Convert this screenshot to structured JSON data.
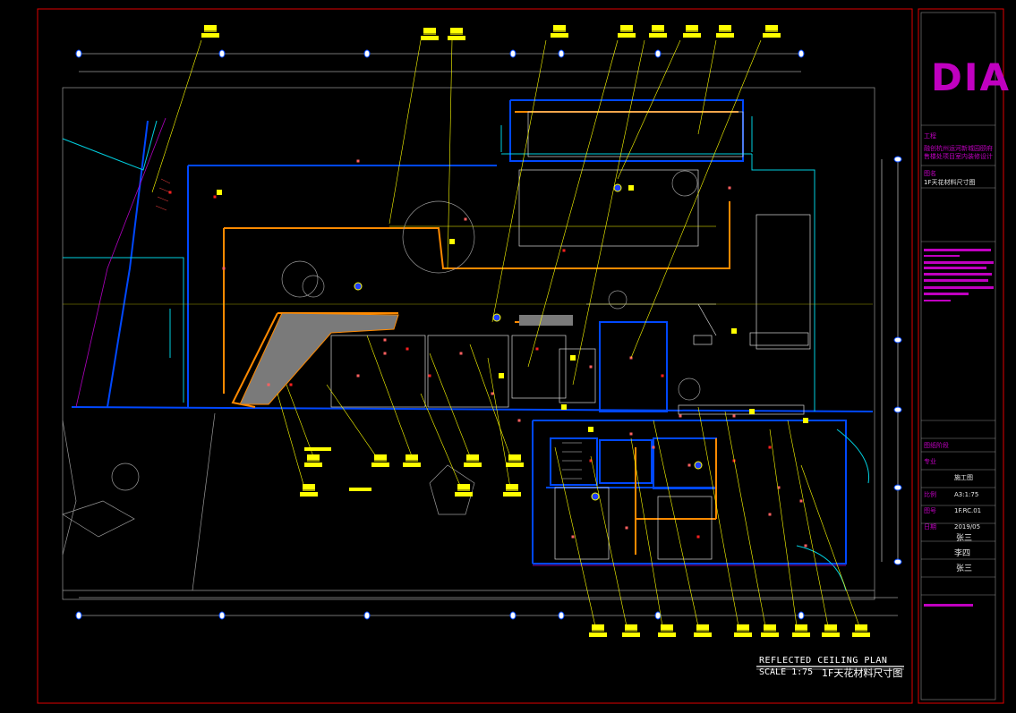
{
  "title_block": {
    "logo_text": "DIA",
    "project_label": "工程",
    "project_line1": "融创杭州运河新城园颐府",
    "project_line2": "售楼处项目室内装修设计",
    "drawing_label": "图名",
    "drawing_name": "1F天花材料尺寸图",
    "rows": [
      {
        "label": "图纸阶段",
        "value": ""
      },
      {
        "label": "专业",
        "value": "施工图"
      },
      {
        "label": "比例",
        "value": "A3:1:75"
      },
      {
        "label": "图号",
        "value": "1F.RC.01"
      },
      {
        "label": "日期",
        "value": "2019/05"
      }
    ],
    "sign_1": "张三",
    "sign_2": "李四",
    "sign_3": "张三"
  },
  "caption": {
    "line1": "REFLECTED CEILING PLAN",
    "line2": "SCALE 1:75",
    "line2_cn": "1F天花材料尺寸图"
  },
  "colors": {
    "frame": "#e00000",
    "wall": "#0050ff",
    "cyan": "#00d8e8",
    "yellow": "#ffff00",
    "orange": "#ff9000",
    "magenta": "#d000d0",
    "white": "#ffffff",
    "grey": "#808080"
  }
}
